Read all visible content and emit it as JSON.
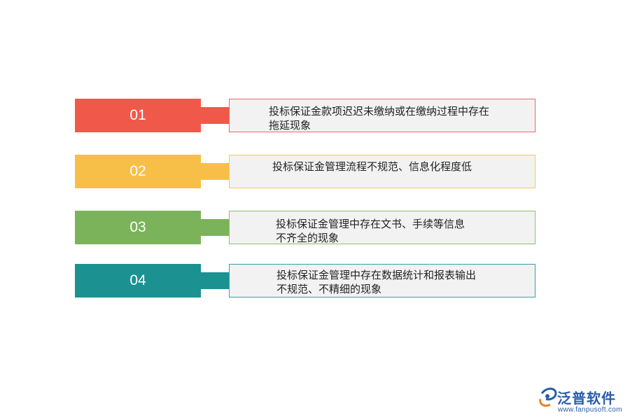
{
  "items": [
    {
      "number": "01",
      "text": "投标保证金款项迟迟未缴纳或在缴纳过程中存在\n拖延现象",
      "color": "#f0594a"
    },
    {
      "number": "02",
      "text": "投标保证金管理流程不规范、信息化程度低",
      "color": "#f8bf48"
    },
    {
      "number": "03",
      "text": "投标保证金管理中存在文书、手续等信息\n不齐全的现象",
      "color": "#7ab359"
    },
    {
      "number": "04",
      "text": "投标保证金管理中存在数据统计和报表输出\n不规范、不精细的现象",
      "color": "#1b9192"
    }
  ],
  "logo": {
    "name": "泛普软件",
    "url": "www.fanpusoft.com",
    "icon": "fanpu-logo-icon"
  }
}
